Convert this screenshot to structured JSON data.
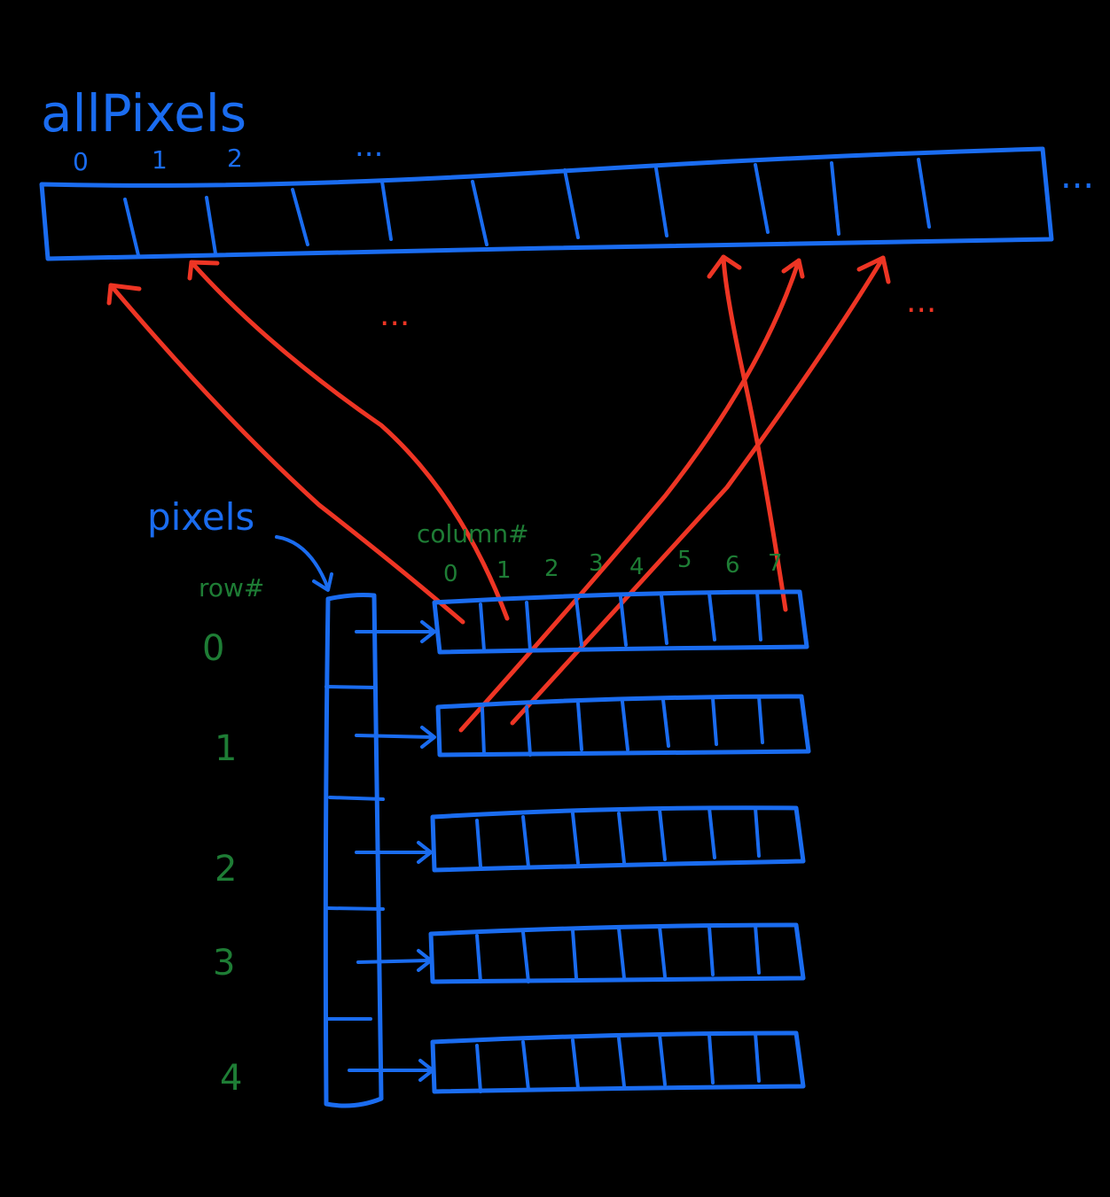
{
  "top_array": {
    "name": "allPixels",
    "indices": [
      "0",
      "1",
      "2"
    ],
    "ellipsis": "...",
    "continuation": "..."
  },
  "pixels_array": {
    "name": "pixels",
    "row_header": "row#",
    "rows": [
      "0",
      "1",
      "2",
      "3",
      "4"
    ]
  },
  "columns": {
    "header": "column#",
    "labels": [
      "0",
      "1",
      "2",
      "3",
      "4",
      "5",
      "6",
      "7"
    ]
  },
  "arrows": {
    "ellipsis_left": "...",
    "ellipsis_right": "..."
  },
  "colors": {
    "array_stroke": "#1a6cf0",
    "arrow_stroke": "#ee3524",
    "index_label": "#1e7d35",
    "background": "#000000"
  }
}
